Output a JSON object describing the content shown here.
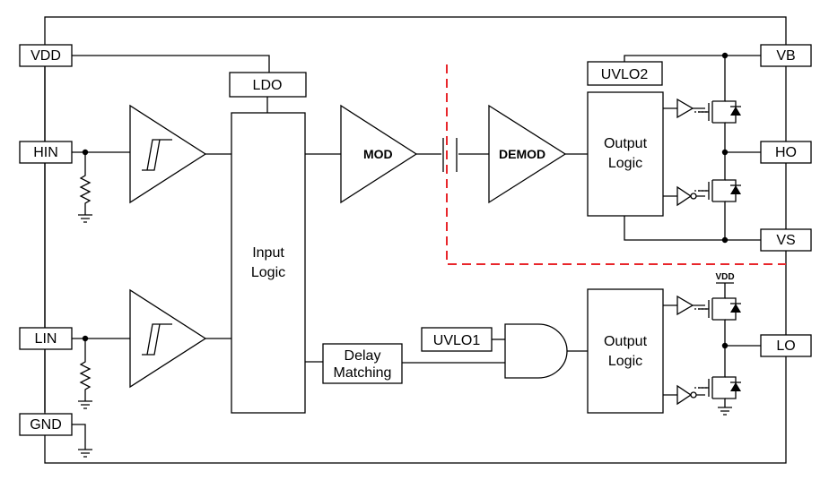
{
  "colors": {
    "isolation_boundary": "#e8262b",
    "line": "#000000"
  },
  "pins": {
    "vdd": "VDD",
    "hin": "HIN",
    "lin": "LIN",
    "gnd": "GND",
    "vb": "VB",
    "ho": "HO",
    "vs": "VS",
    "lo": "LO"
  },
  "blocks": {
    "ldo": "LDO",
    "input_logic": [
      "Input",
      "Logic"
    ],
    "mod": "MOD",
    "demod": "DEMOD",
    "uvlo2": "UVLO2",
    "uvlo1": "UVLO1",
    "delay_matching": [
      "Delay",
      "Matching"
    ],
    "output_logic_high": [
      "Output",
      "Logic"
    ],
    "output_logic_low": [
      "Output",
      "Logic"
    ],
    "vdd_supply": "VDD"
  },
  "icons": [
    "schmitt-trigger-icon",
    "resistor-icon",
    "ground-icon",
    "capacitor-icon",
    "and-gate-icon",
    "buffer-icon",
    "inverter-icon",
    "mosfet-icon"
  ]
}
